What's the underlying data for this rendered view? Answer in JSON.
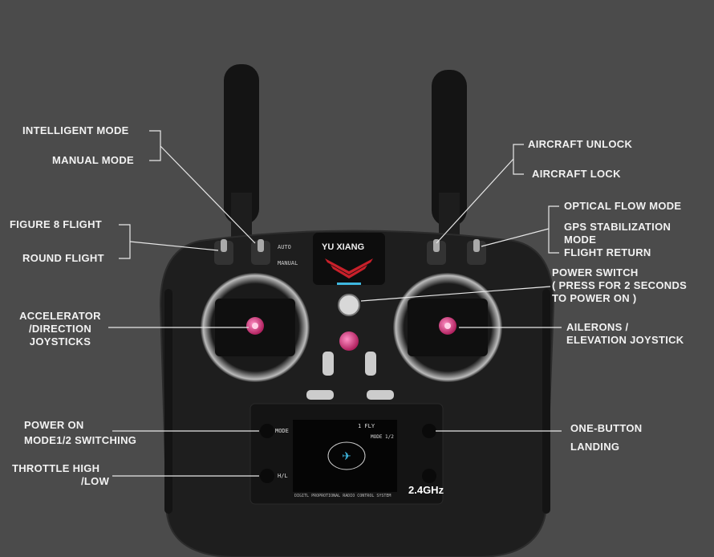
{
  "brand": "YU XIANG",
  "switch_labels": {
    "auto": "AUTO",
    "manual": "MANUAL"
  },
  "screen": {
    "mode_button": "MODE",
    "hl_button": "H/L",
    "frequency": "2.4GHz",
    "footer": "DIGITL PROPROTIONAL RADIO CONTROL SYSTEM",
    "status": "1 FLY",
    "mode_indicator": "MODE 1/2"
  },
  "labels": {
    "intelligent_mode": "INTELLIGENT MODE",
    "manual_mode": "MANUAL MODE",
    "figure8_flight": "FIGURE 8 FLIGHT",
    "round_flight": "ROUND FLIGHT",
    "aircraft_unlock": "AIRCRAFT UNLOCK",
    "aircraft_lock": "AIRCRAFT LOCK",
    "optical_flow_mode": "OPTICAL FLOW MODE",
    "gps_stabilization_1": "GPS STABILIZATION",
    "gps_stabilization_2": "MODE",
    "flight_return": "FLIGHT RETURN",
    "power_switch_1": "POWER SWITCH",
    "power_switch_2": "( PRESS FOR 2 SECONDS",
    "power_switch_3": "TO POWER ON )",
    "accelerator_1": "ACCELERATOR",
    "accelerator_2": "/DIRECTION",
    "accelerator_3": "JOYSTICKS",
    "ailerons_1": "AILERONS /",
    "ailerons_2": "ELEVATION JOYSTICK",
    "power_on_1": "POWER ON",
    "power_on_2": "MODE1/2 SWITCHING",
    "landing_1": "ONE-BUTTON",
    "landing_2": "LANDING",
    "throttle_1": "THROTTLE HIGH",
    "throttle_2": "/LOW"
  }
}
